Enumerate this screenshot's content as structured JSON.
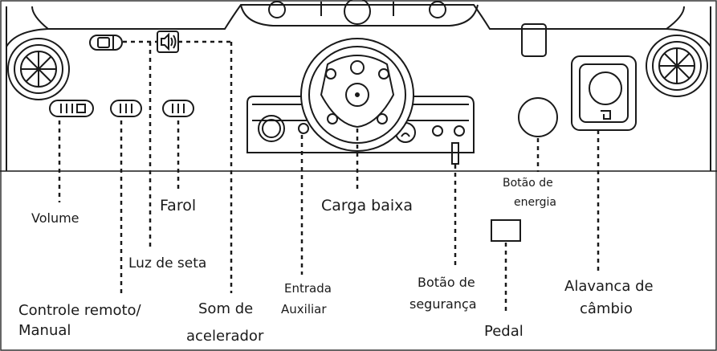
{
  "labels": {
    "volume": "Volume",
    "farol": "Farol",
    "luz_de_seta": "Luz de seta",
    "controle_remoto_l1": "Controle remoto/",
    "controle_remoto_l2": "Manual",
    "som_acelerador_l1": "Som de",
    "som_acelerador_l2": "acelerador",
    "entrada_aux_l1": "Entrada",
    "entrada_aux_l2": "Auxiliar",
    "carga_baixa": "Carga baixa",
    "botao_energia_l1": "Botão de",
    "botao_energia_l2": "energia",
    "botao_seguranca_l1": "Botão de",
    "botao_seguranca_l2": "segurança",
    "pedal": "Pedal",
    "alavanca_cambio_l1": "Alavanca de",
    "alavanca_cambio_l2": "câmbio"
  },
  "colors": {
    "line": "#1a1a1a",
    "panel_fill": "#ffffff",
    "frame": "#333333"
  }
}
